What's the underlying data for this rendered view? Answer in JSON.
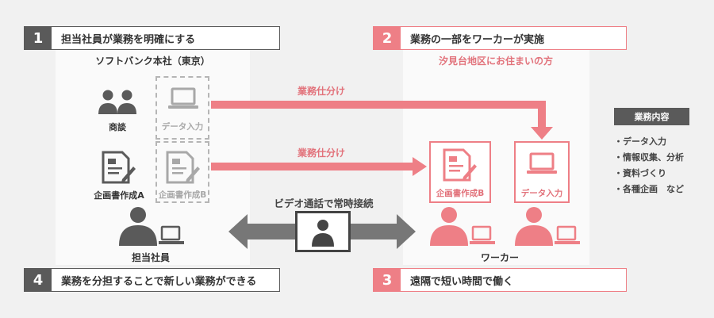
{
  "steps": [
    {
      "num": "1",
      "text": "担当社員が業務を明確にする"
    },
    {
      "num": "2",
      "text": "業務の一部をワーカーが実施"
    },
    {
      "num": "3",
      "text": "遠隔で短い時間で働く"
    },
    {
      "num": "4",
      "text": "業務を分担することで新しい業務ができる"
    }
  ],
  "left_panel": {
    "title": "ソフトバンク本社（東京）",
    "meeting_label": "商談",
    "data_entry_label": "データ入力",
    "plan_a_label": "企画書作成A",
    "plan_b_label": "企画書作成B",
    "staff_label": "担当社員"
  },
  "right_panel": {
    "title": "汐見台地区にお住まいの方",
    "plan_b_label": "企画書作成B",
    "data_entry_label": "データ入力",
    "worker_label": "ワーカー"
  },
  "arrows": {
    "assign_top": "業務仕分け",
    "assign_bottom": "業務仕分け",
    "video_call": "ビデオ通話で常時接続"
  },
  "legend": {
    "title": "業務内容",
    "items": [
      "・データ入力",
      "・情報収集、分析",
      "・資料づくり",
      "・各種企画　など"
    ]
  },
  "colors": {
    "pink": "#ee7f86",
    "dark": "#5a5a5a",
    "grey": "#b5b5b5"
  }
}
